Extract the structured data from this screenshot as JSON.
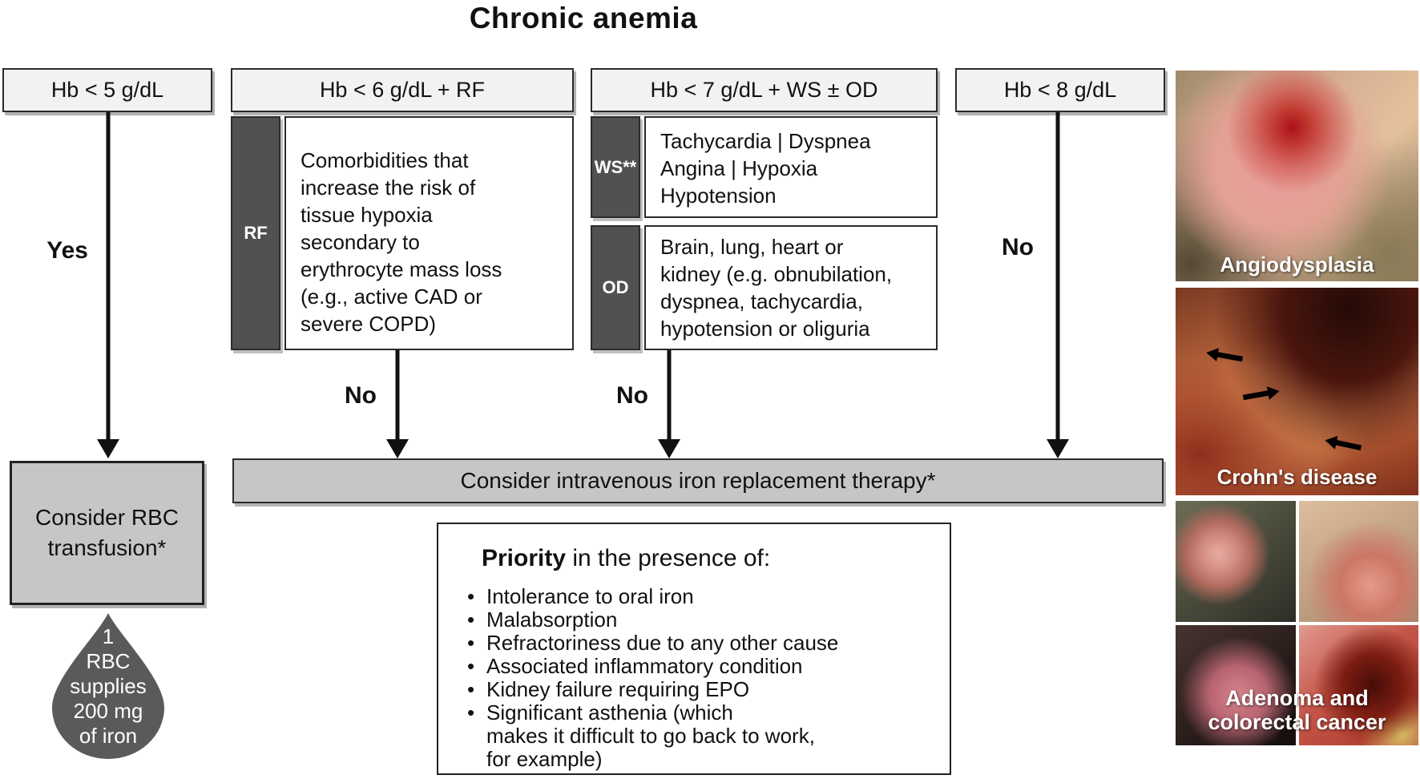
{
  "title": "Chronic anemia",
  "columns": {
    "c1": {
      "header": "Hb < 5 g/dL",
      "branch": "Yes"
    },
    "c2": {
      "header": "Hb < 6 g/dL + RF",
      "branch": "No"
    },
    "c3": {
      "header": "Hb < 7 g/dL + WS ± OD",
      "branch": "No"
    },
    "c4": {
      "header": "Hb < 8 g/dL",
      "branch": "No"
    }
  },
  "rf": {
    "tag": "RF",
    "text": "Comorbidities that\nincrease the risk of\ntissue hypoxia\nsecondary to\nerythrocyte mass loss\n(e.g., active CAD or\nsevere COPD)"
  },
  "ws": {
    "tag": "WS**",
    "text": "Tachycardia | Dyspnea\nAngina | Hypoxia\nHypotension"
  },
  "od": {
    "tag": "OD",
    "text": "Brain, lung, heart or\nkidney (e.g. obnubilation,\ndyspnea, tachycardia,\nhypotension or oliguria"
  },
  "outcomes": {
    "rbc_transfusion": "Consider RBC transfusion*",
    "iv_iron": "Consider intravenous iron replacement therapy*"
  },
  "droplet": {
    "text": "1\nRBC\nsupplies\n200 mg\nof iron"
  },
  "priority": {
    "title_bold": "Priority",
    "title_rest": " in the presence of:",
    "bullets": [
      "Intolerance to oral iron",
      "Malabsorption",
      "Refractoriness due to any other cause",
      "Associated inflammatory condition",
      "Kidney failure requiring EPO",
      "Significant asthenia (which\nmakes it difficult to go back to work,\nfor example)"
    ]
  },
  "figures": [
    {
      "label": "Angiodysplasia"
    },
    {
      "label": "Crohn's disease"
    },
    {
      "label": "Adenoma and colorectal cancer"
    }
  ],
  "colors": {
    "tag_dark": "#515154",
    "box_gray": "#c6c6c6",
    "header_light": "#f2f2f2",
    "border": "#2b2b2b",
    "arrow": "#111111"
  }
}
